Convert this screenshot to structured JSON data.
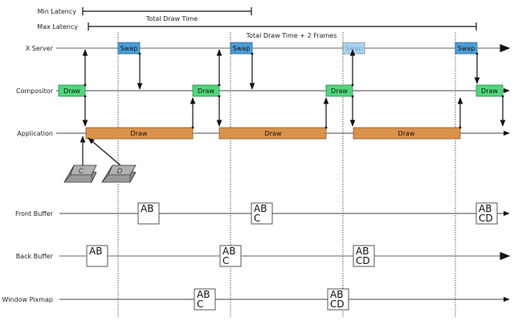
{
  "latency": {
    "min_label": "Min Latency",
    "max_label": "Max Latency",
    "total_draw_time": "Total Draw Time",
    "total_draw_time_plus": "Total Draw Time + 2 Frames"
  },
  "rows": {
    "x_server": "X Server",
    "compositor": "Compositor",
    "application": "Application",
    "front_buffer": "Front Buffer",
    "back_buffer": "Back Buffer",
    "window_pixmap": "Window Pixmap"
  },
  "swap_label": "Swap",
  "draw_label": "Draw",
  "keys": [
    "C",
    "D"
  ],
  "colors": {
    "swap": "#4a9fd8",
    "swap_faded": "#a8d4f2",
    "compositor_draw": "#4ed87a",
    "app_draw": "#d9924c"
  },
  "buffers": {
    "front": [
      [
        "AB"
      ],
      [
        "AB",
        "C"
      ],
      [
        "AB",
        "CD"
      ]
    ],
    "back": [
      [
        "AB"
      ],
      [
        "AB",
        "C"
      ],
      [
        "AB",
        "CD"
      ]
    ],
    "pixmap": [
      [
        "AB",
        "C"
      ],
      [
        "AB",
        "CD"
      ]
    ]
  }
}
